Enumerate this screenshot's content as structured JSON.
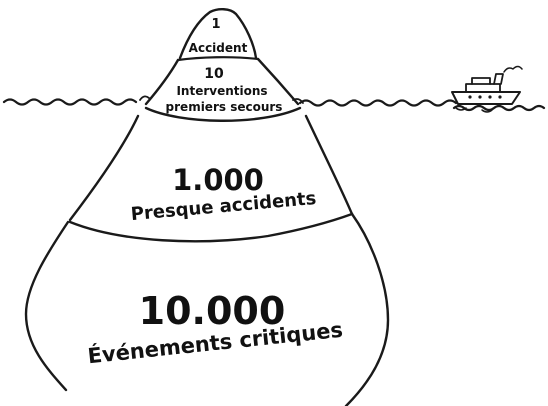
{
  "iceberg": {
    "tiers": [
      {
        "value": "1",
        "label": "Accident"
      },
      {
        "value": "10",
        "label_line1": "Interventions",
        "label_line2": "premiers secours"
      },
      {
        "value": "1.000",
        "label": "Presque accidents"
      },
      {
        "value": "10.000",
        "label": "Événements critiques"
      }
    ]
  },
  "colors": {
    "ink": "#1a1a1a",
    "background": "#ffffff"
  },
  "icons": [
    "ship-icon"
  ]
}
